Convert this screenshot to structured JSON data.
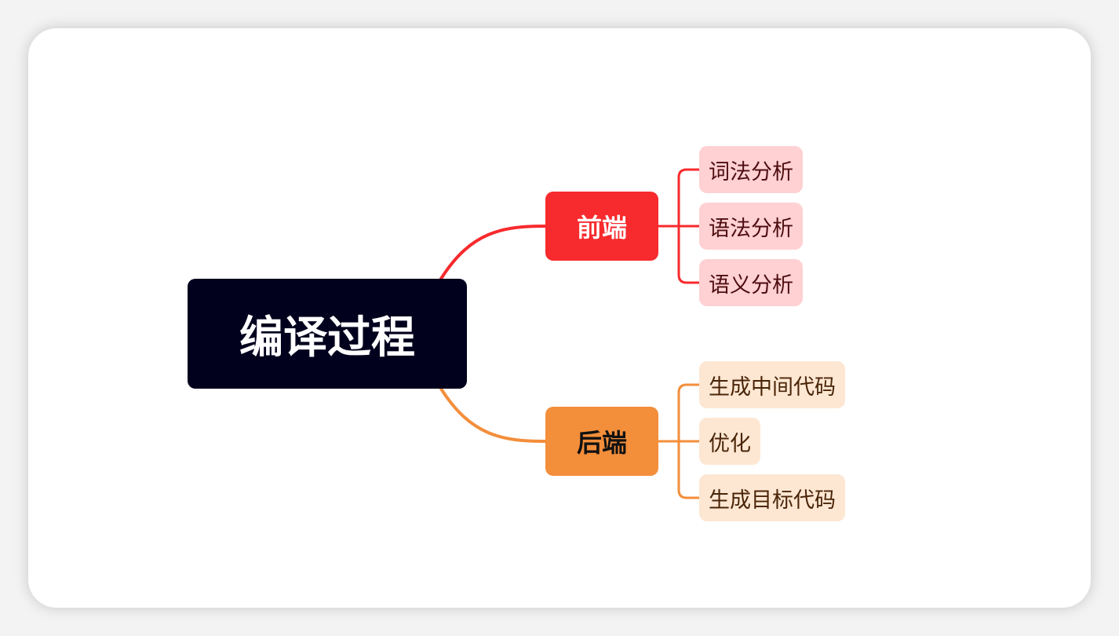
{
  "root": {
    "label": "编译过程"
  },
  "branches": [
    {
      "label": "前端",
      "color": "#f72a2d",
      "leaf_color": "#ffd1d3",
      "leaves": [
        "词法分析",
        "语法分析",
        "语义分析"
      ]
    },
    {
      "label": "后端",
      "color": "#f38e3b",
      "leaf_color": "#fde7d3",
      "leaves": [
        "生成中间代码",
        "优化",
        "生成目标代码"
      ]
    }
  ],
  "colors": {
    "root_bg": "#01001d",
    "card_bg": "#ffffff",
    "page_bg": "#f3f3f3"
  }
}
